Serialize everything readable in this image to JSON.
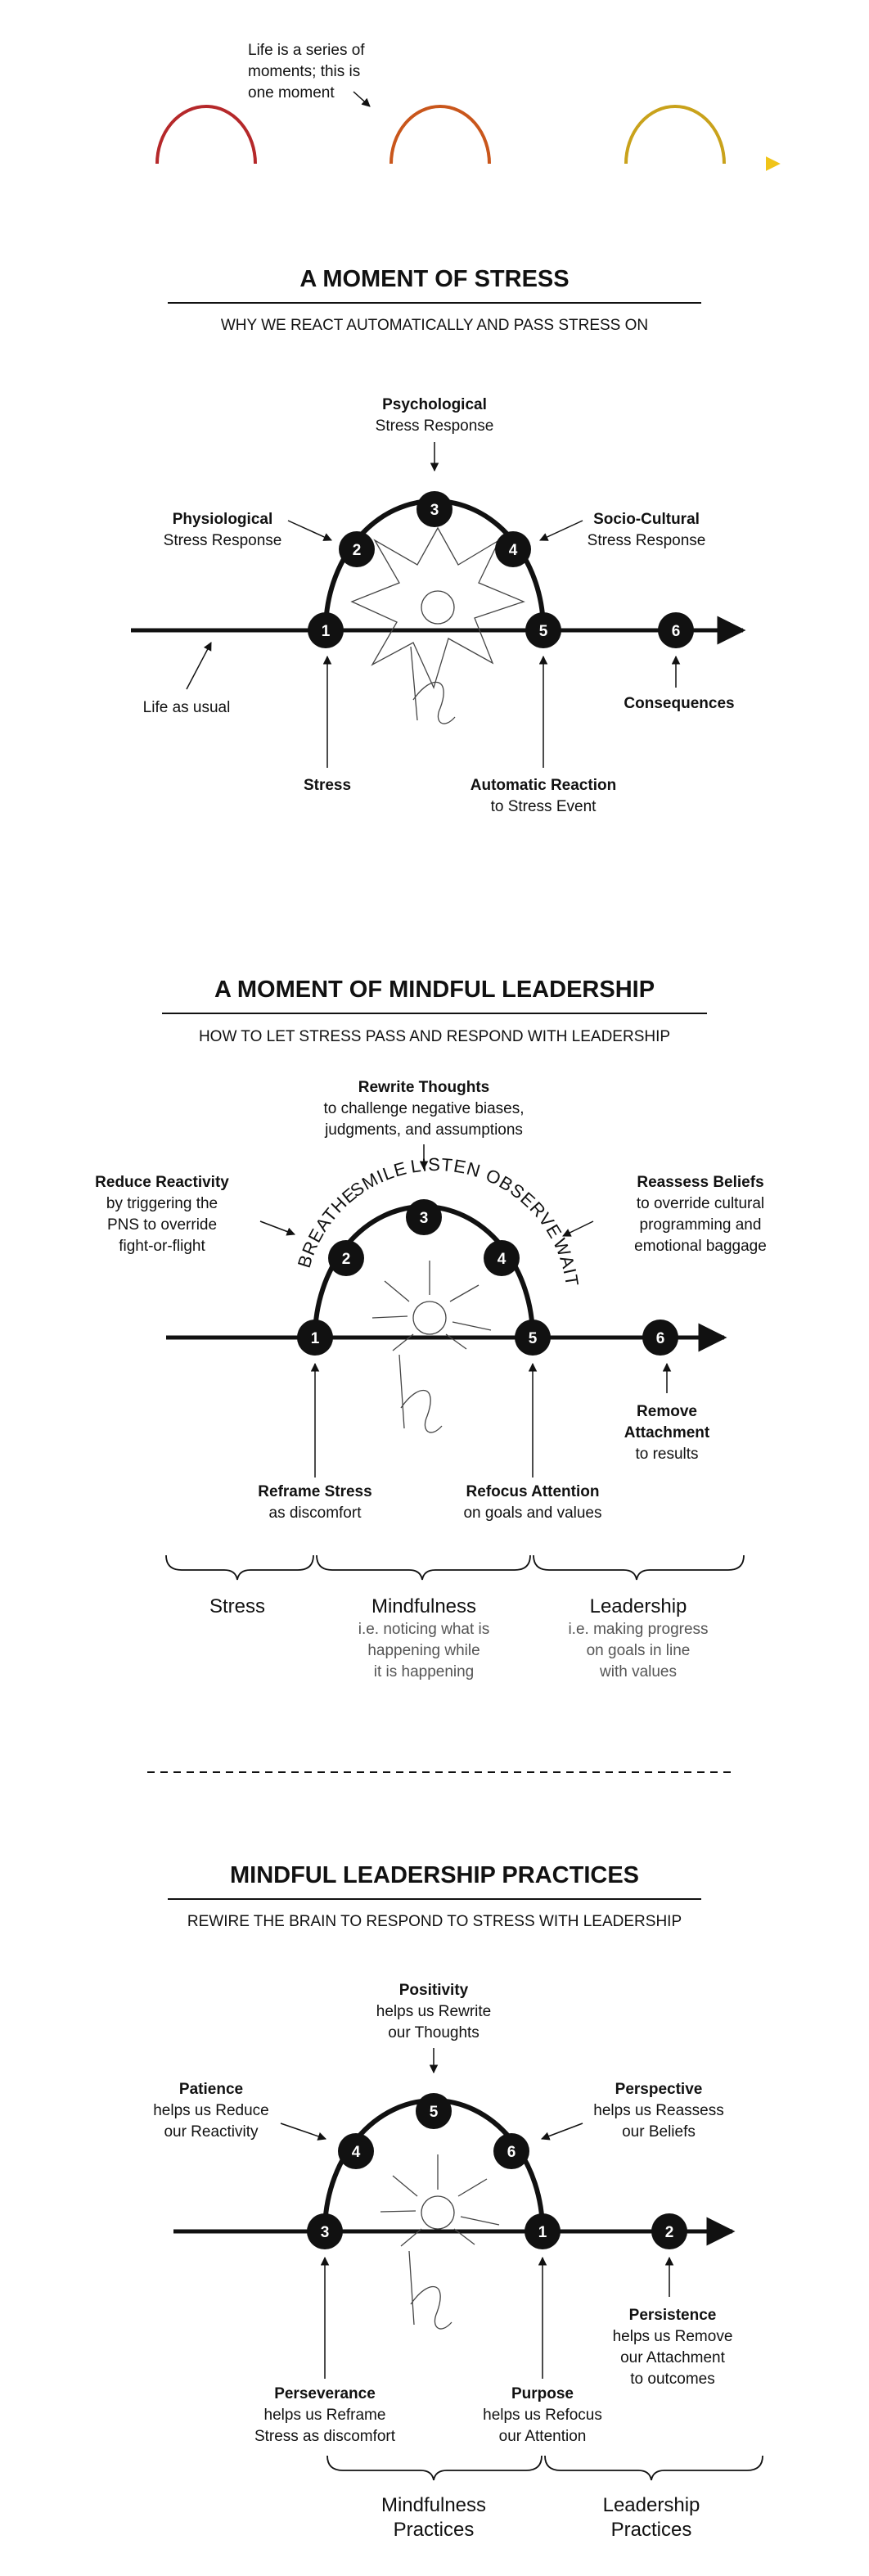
{
  "colors": {
    "ink": "#111111",
    "wave_red": "#b5282a",
    "wave_orange": "#c9561b",
    "wave_gold": "#c9a21b",
    "arrow_gold": "#f0c419"
  },
  "intro": {
    "caption": [
      "Life is a series of",
      "moments; this is",
      "one moment"
    ]
  },
  "section1": {
    "title": "A MOMENT OF STRESS",
    "subtitle": "WHY WE REACT AUTOMATICALLY AND PASS STRESS ON",
    "nodes": [
      "1",
      "2",
      "3",
      "4",
      "5",
      "6"
    ],
    "labels": {
      "psych_b": "Psychological",
      "psych": "Stress Response",
      "phys_b": "Physiological",
      "phys": "Stress Response",
      "socio_b": "Socio-Cultural",
      "socio": "Stress Response",
      "life": "Life as usual",
      "stress_b": "Stress",
      "auto_b": "Automatic Reaction",
      "auto": "to Stress Event",
      "cons_b": "Consequences"
    }
  },
  "section2": {
    "title": "A MOMENT OF MINDFUL LEADERSHIP",
    "subtitle": "HOW TO LET STRESS PASS AND RESPOND WITH LEADERSHIP",
    "nodes": [
      "1",
      "2",
      "3",
      "4",
      "5",
      "6"
    ],
    "arc_words": [
      "BREATHE",
      "SMILE",
      "LISTEN",
      "OBSERVE",
      "WAIT"
    ],
    "labels": {
      "rewrite_b": "Rewrite Thoughts",
      "rewrite1": "to challenge negative biases,",
      "rewrite2": "judgments, and assumptions",
      "reduce_b": "Reduce Reactivity",
      "reduce1": "by triggering the",
      "reduce2": "PNS to override",
      "reduce3": "fight-or-flight",
      "reassess_b": "Reassess Beliefs",
      "reassess1": "to override cultural",
      "reassess2": "programming and",
      "reassess3": "emotional baggage",
      "remove_b1": "Remove",
      "remove_b2": "Attachment",
      "remove": "to results",
      "reframe_b": "Reframe Stress",
      "reframe": "as discomfort",
      "refocus_b": "Refocus Attention",
      "refocus": "on goals and values"
    },
    "phases": {
      "stress": "Stress",
      "mind": "Mindfulness",
      "mind1": "i.e. noticing what is",
      "mind2": "happening while",
      "mind3": "it is happening",
      "lead": "Leadership",
      "lead1": "i.e. making progress",
      "lead2": "on goals in line",
      "lead3": "with values"
    }
  },
  "section3": {
    "title": "MINDFUL LEADERSHIP PRACTICES",
    "subtitle": "REWIRE THE BRAIN TO RESPOND TO STRESS WITH LEADERSHIP",
    "nodes": [
      "3",
      "4",
      "5",
      "6",
      "1",
      "2"
    ],
    "labels": {
      "posi_b": "Positivity",
      "posi1": "helps us Rewrite",
      "posi2": "our Thoughts",
      "pat_b": "Patience",
      "pat1": "helps us Reduce",
      "pat2": "our Reactivity",
      "persp_b": "Perspective",
      "persp1": "helps us Reassess",
      "persp2": "our Beliefs",
      "pers_b": "Persistence",
      "pers1": "helps us Remove",
      "pers2": "our Attachment",
      "pers3": "to outcomes",
      "persev_b": "Perseverance",
      "persev1": "helps us Reframe",
      "persev2": "Stress as discomfort",
      "purp_b": "Purpose",
      "purp1": "helps us Refocus",
      "purp2": "our Attention"
    },
    "phases": {
      "mind1": "Mindfulness",
      "mind2": "Practices",
      "lead1": "Leadership",
      "lead2": "Practices"
    }
  }
}
